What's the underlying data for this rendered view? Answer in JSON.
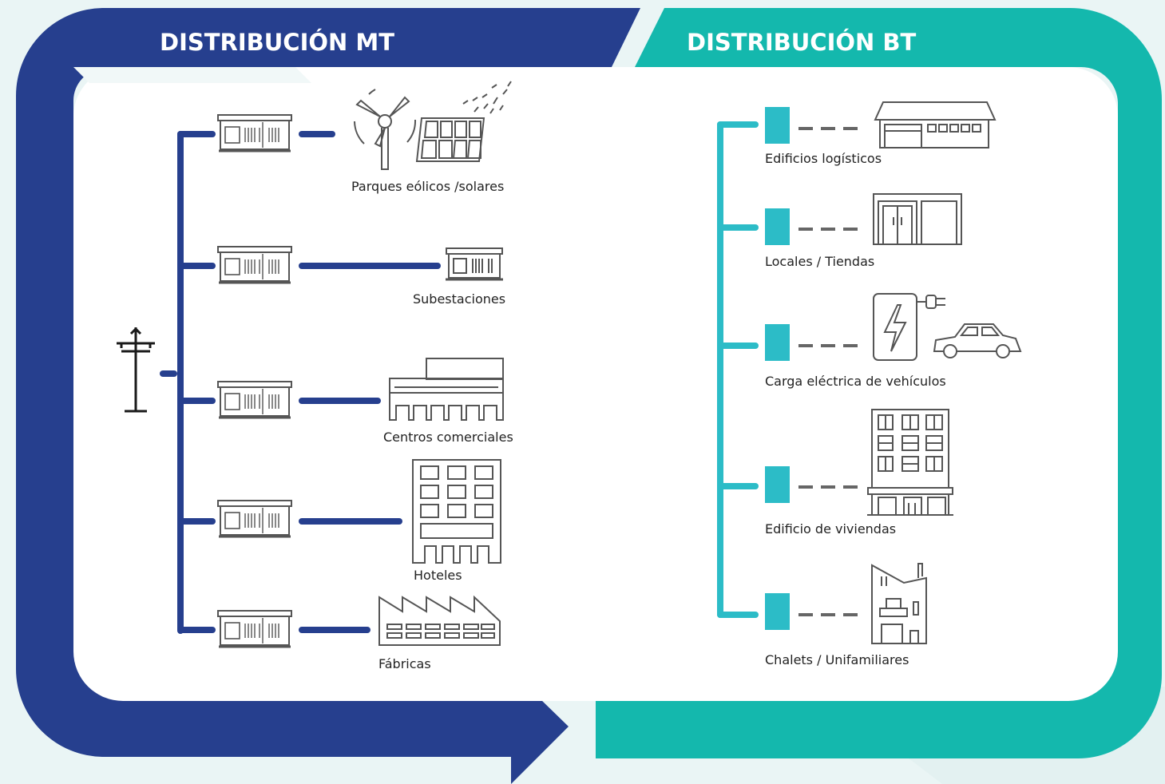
{
  "colors": {
    "mt_blue": "#263f8e",
    "bt_teal": "#14b8ad",
    "bt_line": "#2cbcc7",
    "panel": "#ffffff",
    "background": "#eaf5f5",
    "icon_stroke": "#555555"
  },
  "mt": {
    "title": "DISTRIBUCIÓN MT",
    "source_icon": "power-tower-icon",
    "branches": [
      {
        "label": "Parques eólicos /solares",
        "icon": "wind-solar-icon"
      },
      {
        "label": "Subestaciones",
        "icon": "substation-icon"
      },
      {
        "label": "Centros comerciales",
        "icon": "shopping-center-icon"
      },
      {
        "label": "Hoteles",
        "icon": "hotel-icon"
      },
      {
        "label": "Fábricas",
        "icon": "factory-icon"
      }
    ]
  },
  "bt": {
    "title": "DISTRIBUCIÓN BT",
    "branches": [
      {
        "label": "Edificios logísticos",
        "icon": "warehouse-icon"
      },
      {
        "label": "Locales / Tiendas",
        "icon": "shop-icon"
      },
      {
        "label": "Carga eléctrica de vehículos",
        "icon": "ev-charging-icon"
      },
      {
        "label": "Edificio de viviendas",
        "icon": "apartment-building-icon"
      },
      {
        "label": "Chalets / Unifamiliares",
        "icon": "house-icon"
      }
    ]
  }
}
